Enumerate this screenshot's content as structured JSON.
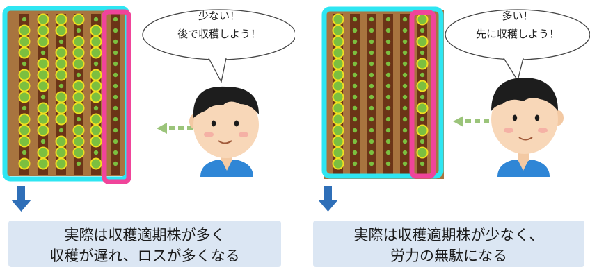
{
  "left": {
    "speech_line1": "少ない！",
    "speech_line2": "後で収穫しよう！",
    "caption_line1": "実際は収穫適期株が多く",
    "caption_line2": "収穫が遅れ、ロスが多くなる"
  },
  "right": {
    "speech_line1": "多い！",
    "speech_line2": "先に収穫しよう！",
    "caption_line1": "実際は収穫適期株が少なく、",
    "caption_line2": "労力の無駄になる"
  },
  "colors": {
    "field_border": "#2ee6f2",
    "sample_border": "#f0449a",
    "soil": "#a8743f",
    "row_dark": "#6b3417",
    "plant_green": "#7cbf3f",
    "ripe_ring": "#f0e020",
    "shirt": "#2f86d6",
    "arrow_blue": "#2f6fb8",
    "caption_bg": "#dbe6f3"
  }
}
